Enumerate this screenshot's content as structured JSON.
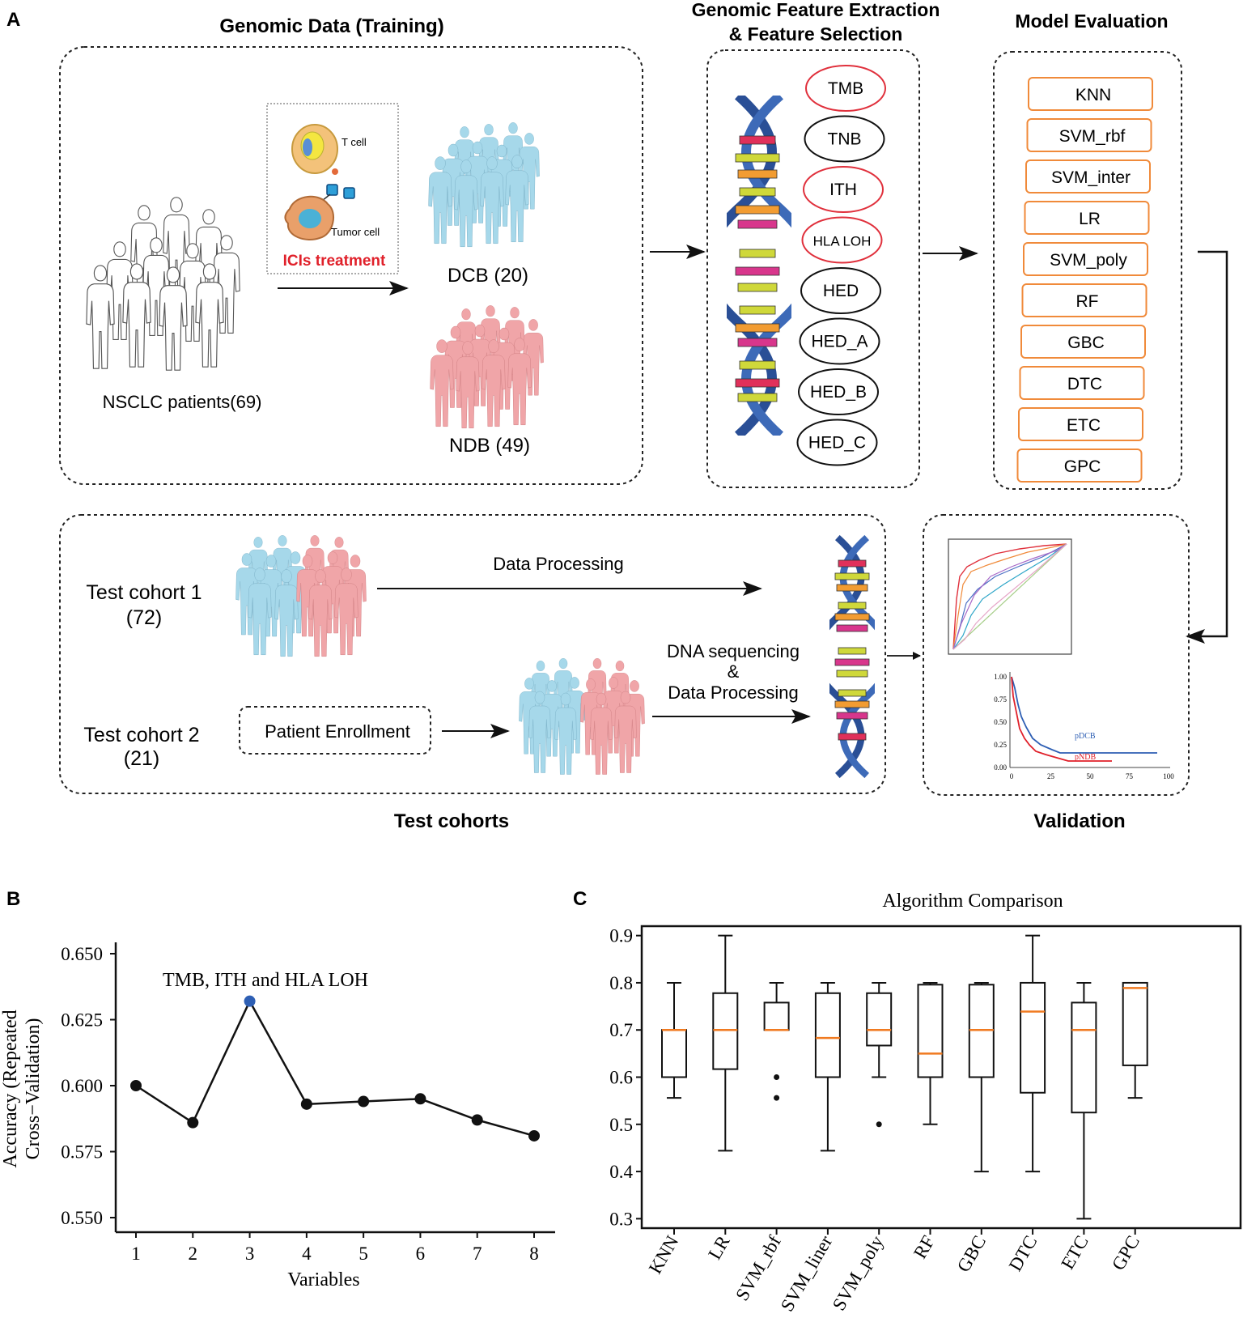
{
  "panel_a": {
    "letter": "A",
    "training": {
      "title": "Genomic Data (Training)",
      "patients_label": "NSCLC patients(69)",
      "t_cell_label": "T cell",
      "tumor_cell_label": "Tumor cell",
      "treatment_label": "ICIs treatment",
      "dcb_label": "DCB (20)",
      "ndb_label": "NDB (49)"
    },
    "feature": {
      "title_line1": "Genomic Feature Extraction",
      "title_line2": "& Feature Selection",
      "features": [
        {
          "name": "TMB",
          "selected": true
        },
        {
          "name": "TNB",
          "selected": false
        },
        {
          "name": "ITH",
          "selected": true
        },
        {
          "name": "HLA LOH",
          "selected": true
        },
        {
          "name": "HED",
          "selected": false
        },
        {
          "name": "HED_A",
          "selected": false
        },
        {
          "name": "HED_B",
          "selected": false
        },
        {
          "name": "HED_C",
          "selected": false
        }
      ]
    },
    "model": {
      "title": "Model Evaluation",
      "models": [
        "KNN",
        "SVM_rbf",
        "SVM_inter",
        "LR",
        "SVM_poly",
        "RF",
        "GBC",
        "DTC",
        "ETC",
        "GPC"
      ]
    },
    "test": {
      "title": "Test cohorts",
      "cohort1_line1": "Test cohort 1",
      "cohort1_line2": "(72)",
      "cohort2_line1": "Test cohort 2",
      "cohort2_line2": "(21)",
      "data_processing": "Data Processing",
      "patient_enrollment": "Patient Enrollment",
      "dna_line1": "DNA sequencing",
      "dna_line2": "&",
      "dna_line3": "Data Processing"
    },
    "validation": {
      "title": "Validation",
      "km_yticks": [
        "1.00",
        "0.75",
        "0.50",
        "0.25",
        "0.00"
      ],
      "km_xticks": [
        "0",
        "25",
        "50",
        "75",
        "100"
      ],
      "km_pdcb": "pDCB",
      "km_pndb": "pNDB"
    }
  },
  "colors": {
    "patient_blue": "#a6d8ea",
    "patient_pink": "#f0a5a8",
    "selected_red": "#e0303c",
    "model_orange": "#f08a3a",
    "treatment_red": "#e0202a",
    "point_blue": "#2e5fb4",
    "median_orange": "#f07a20"
  },
  "panel_b": {
    "letter": "B",
    "chart_data": {
      "type": "line",
      "x": [
        1,
        2,
        3,
        4,
        5,
        6,
        7,
        8
      ],
      "values": [
        0.6,
        0.586,
        0.632,
        0.593,
        0.594,
        0.595,
        0.587,
        0.581
      ],
      "highlight_x": 3,
      "annotation": "TMB, ITH and HLA LOH",
      "xlabel": "Variables",
      "ylabel_line1": "Accuracy (Repeated",
      "ylabel_line2": "Cross−Validation)",
      "ylim": [
        0.55,
        0.65
      ],
      "yticks": [
        "0.550",
        "0.575",
        "0.600",
        "0.625",
        "0.650"
      ],
      "xticks": [
        "1",
        "2",
        "3",
        "4",
        "5",
        "6",
        "7",
        "8"
      ]
    }
  },
  "panel_c": {
    "letter": "C",
    "chart_data": {
      "type": "box",
      "title": "Algorithm Comparison",
      "ylim": [
        0.28,
        0.92
      ],
      "yticks": [
        "0.3",
        "0.4",
        "0.5",
        "0.6",
        "0.7",
        "0.8",
        "0.9"
      ],
      "categories": [
        "KNN",
        "LR",
        "SVM_rbf",
        "SVM_liner",
        "SVM_poly",
        "RF",
        "GBC",
        "DTC",
        "ETC",
        "GPC"
      ],
      "boxes": [
        {
          "min": 0.556,
          "q1": 0.6,
          "median": 0.7,
          "q3": 0.7,
          "max": 0.8,
          "outliers": []
        },
        {
          "min": 0.444,
          "q1": 0.617,
          "median": 0.7,
          "q3": 0.778,
          "max": 0.9,
          "outliers": []
        },
        {
          "min": 0.7,
          "q1": 0.7,
          "median": 0.7,
          "q3": 0.758,
          "max": 0.8,
          "outliers": [
            0.6,
            0.556
          ]
        },
        {
          "min": 0.444,
          "q1": 0.6,
          "median": 0.683,
          "q3": 0.778,
          "max": 0.8,
          "outliers": []
        },
        {
          "min": 0.6,
          "q1": 0.667,
          "median": 0.7,
          "q3": 0.778,
          "max": 0.8,
          "outliers": [
            0.5
          ]
        },
        {
          "min": 0.5,
          "q1": 0.6,
          "median": 0.65,
          "q3": 0.796,
          "max": 0.8,
          "outliers": []
        },
        {
          "min": 0.4,
          "q1": 0.6,
          "median": 0.7,
          "q3": 0.796,
          "max": 0.8,
          "outliers": []
        },
        {
          "min": 0.4,
          "q1": 0.567,
          "median": 0.739,
          "q3": 0.8,
          "max": 0.9,
          "outliers": []
        },
        {
          "min": 0.3,
          "q1": 0.525,
          "median": 0.7,
          "q3": 0.758,
          "max": 0.8,
          "outliers": []
        },
        {
          "min": 0.556,
          "q1": 0.625,
          "median": 0.789,
          "q3": 0.8,
          "max": 0.8,
          "outliers": []
        }
      ]
    }
  }
}
